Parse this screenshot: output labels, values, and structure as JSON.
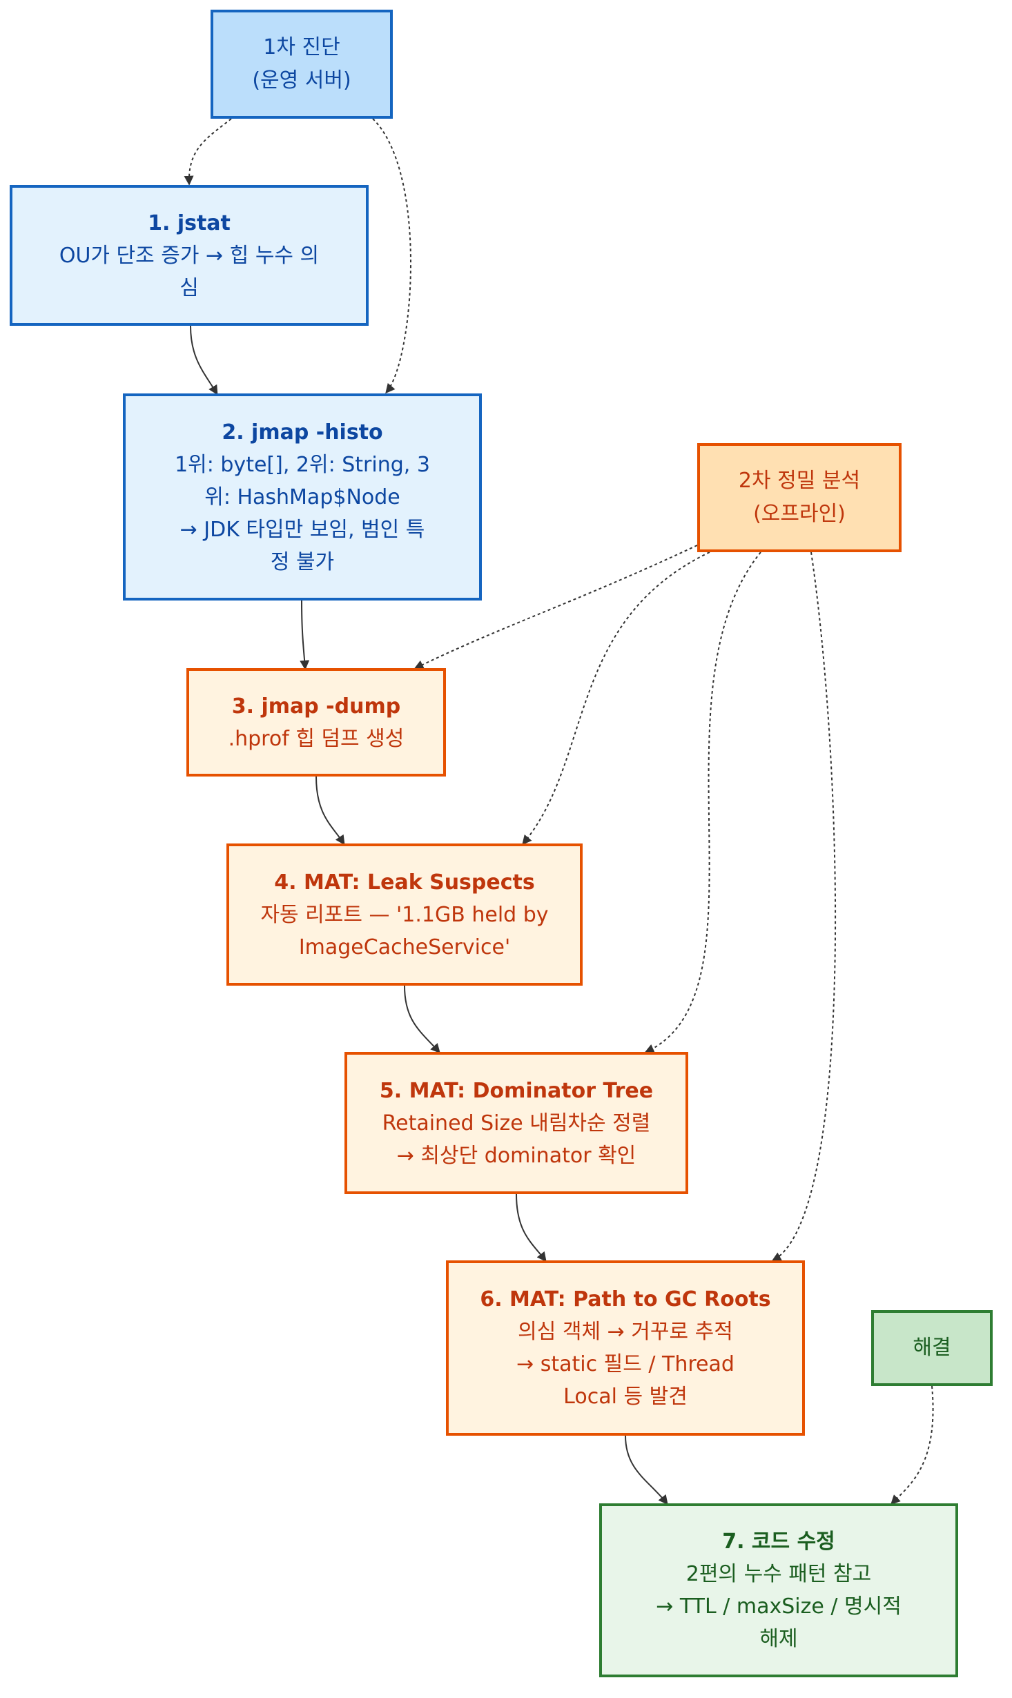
{
  "nodes": {
    "diag1": {
      "label": "1차 진단\n(운영 서버)"
    },
    "diag2": {
      "label": "2차 정밀 분석\n(오프라인)"
    },
    "resolve": {
      "label": "해결"
    },
    "step1": {
      "title": "1. jstat",
      "body": "OU가 단조 증가 → 힙 누수 의\n심"
    },
    "step2": {
      "title": "2. jmap -histo",
      "body": "1위: byte[], 2위: String, 3\n위: HashMap$Node\n→ JDK 타입만 보임, 범인 특\n정 불가"
    },
    "step3": {
      "title": "3. jmap -dump",
      "body": ".hprof 힙 덤프 생성"
    },
    "step4": {
      "title": "4. MAT: Leak Suspects",
      "body": "자동 리포트 — '1.1GB held by\nImageCacheService'"
    },
    "step5": {
      "title": "5. MAT: Dominator Tree",
      "body": "Retained Size 내림차순 정렬\n→ 최상단 dominator 확인"
    },
    "step6": {
      "title": "6. MAT: Path to GC Roots",
      "body": "의심 객체 → 거꾸로 추적\n→ static 필드 / Thread\nLocal 등 발견"
    },
    "step7": {
      "title": "7. 코드 수정",
      "body": "2편의 누수 패턴 참고\n→ TTL / maxSize / 명시적\n해제"
    }
  },
  "colors": {
    "edge": "#333333",
    "blue_fill": "#e3f2fd",
    "blue_border": "#1565c0",
    "orange_fill": "#fff3e0",
    "orange_border": "#e65100",
    "green_fill": "#e8f5e9",
    "green_border": "#2e7d32"
  }
}
